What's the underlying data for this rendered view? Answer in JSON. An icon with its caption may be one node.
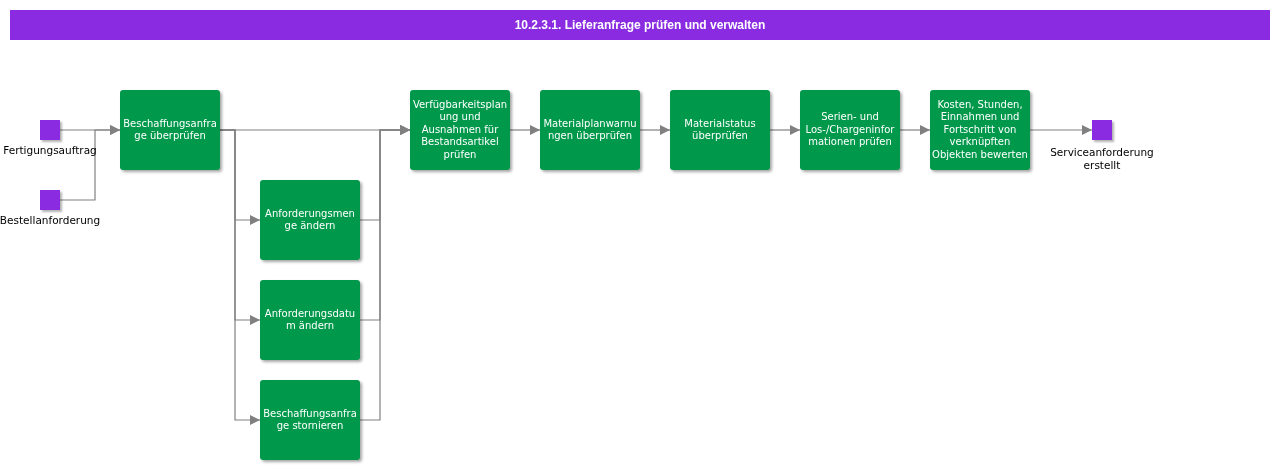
{
  "diagram": {
    "title": "10.2.3.1. Lieferanfrage prüfen und verwalten",
    "nodes": [
      {
        "text": [],
        "shape": "box",
        "beside": [
          "Fertigungsauftrag"
        ]
      },
      {
        "text": [],
        "shape": "box",
        "beside": [
          "Bestellanforderung"
        ]
      },
      {
        "text": [
          "Beschaffungsanfrage überprüfen"
        ]
      },
      {
        "text": [
          "Anforderungsmenge ändern"
        ]
      },
      {
        "text": [
          "Anforderungsdatum ändern"
        ]
      },
      {
        "text": [
          "Beschaffungsanfrage stornieren"
        ]
      },
      {
        "text": [
          "Verfügbarkeitsplanung und Ausnahmen für Bestandsartikel prüfen"
        ]
      },
      {
        "text": [
          "Materialplanwarnungen überprüfen"
        ]
      },
      {
        "text": [
          "Materialstatus überprüfen"
        ]
      },
      {
        "text": [
          "Serien- und Los-/Chargeninformationen prüfen"
        ]
      },
      {
        "text": [
          "Kosten, Stunden, Einnahmen und Fortschritt von verknüpften Objekten bewerten"
        ]
      },
      {
        "text": [],
        "shape": "box",
        "beside": [
          "Serviceanforderung erstellt"
        ]
      }
    ],
    "edges": [
      {
        "from": 0,
        "to": 2,
        "arrow": "to"
      },
      {
        "from": 1,
        "to": 2,
        "arrow": "to"
      },
      {
        "from": 2,
        "to": 6,
        "arrow": "to"
      },
      {
        "from": 2,
        "to": 3,
        "arrow": "to"
      },
      {
        "from": 2,
        "to": 4,
        "arrow": "to"
      },
      {
        "from": 2,
        "to": 5,
        "arrow": "to"
      },
      {
        "from": 3,
        "to": 6,
        "arrow": "to"
      },
      {
        "from": 4,
        "to": 6,
        "arrow": "to"
      },
      {
        "from": 5,
        "to": 6,
        "arrow": "to"
      },
      {
        "from": 6,
        "to": 7,
        "arrow": "to"
      },
      {
        "from": 7,
        "to": 8,
        "arrow": "to"
      },
      {
        "from": 8,
        "to": 9,
        "arrow": "to"
      },
      {
        "from": 9,
        "to": 10,
        "arrow": "to"
      },
      {
        "from": 10,
        "to": 11,
        "arrow": "to"
      }
    ]
  }
}
